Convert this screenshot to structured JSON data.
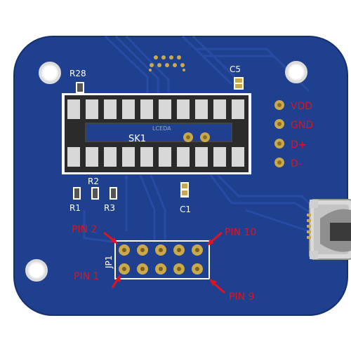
{
  "board": {
    "colors": {
      "background": "#ffffff",
      "pcb": "#1f3f8f",
      "pcb_edge": "#16306f",
      "trace": "#2a4fa8",
      "silkscreen": "#ffffff",
      "gold": "#c9a94c",
      "annotation": "#e0141e",
      "socket_body": "#2b2b2b",
      "socket_contact": "#d8d8d8"
    },
    "labels": {
      "r28": "R28",
      "c5": "C5",
      "sk1": "SK1",
      "r2": "R2",
      "r1": "R1",
      "r3": "R3",
      "c1": "C1",
      "jp1": "JP1",
      "brand": "LCEDA"
    },
    "pads": [
      "VDD",
      "GND",
      "D+",
      "D-"
    ],
    "pins": {
      "pin2": "PIN 2",
      "pin10": "PIN 10",
      "pin1": "PIN 1",
      "pin9": "PIN 9"
    }
  },
  "connector": {
    "name": "usb-connector"
  }
}
